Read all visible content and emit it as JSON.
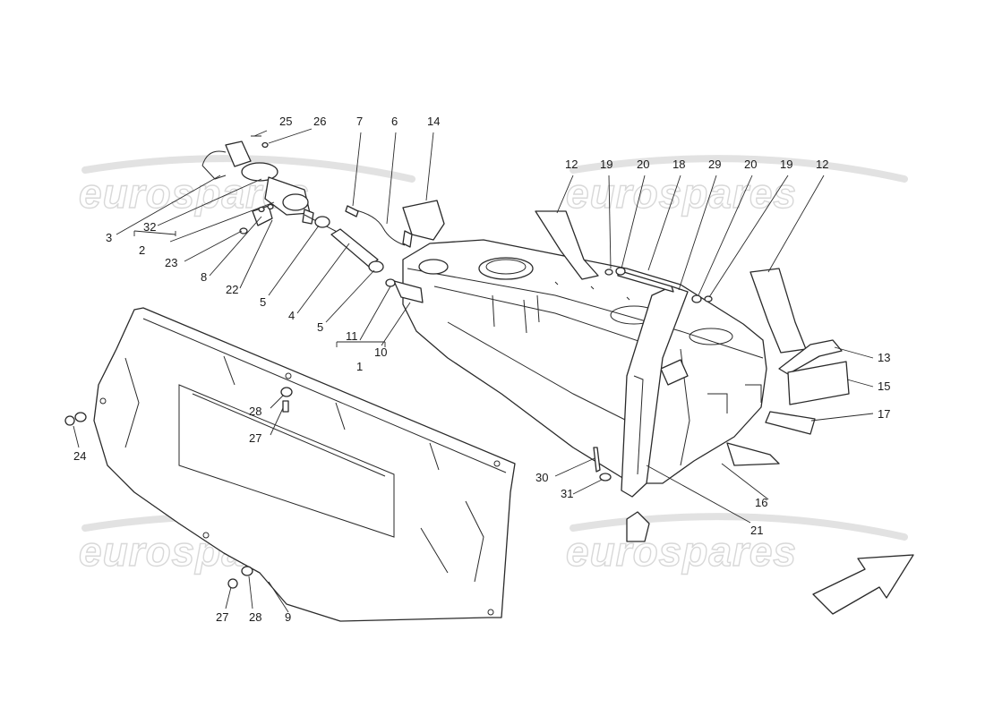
{
  "watermark": {
    "text": "eurospares"
  },
  "callouts": {
    "c25": "25",
    "c26": "26",
    "c7": "7",
    "c6": "6",
    "c14": "14",
    "c3": "3",
    "c32": "32",
    "c2": "2",
    "c23": "23",
    "c8": "8",
    "c22": "22",
    "c5a": "5",
    "c4": "4",
    "c5b": "5",
    "c11": "11",
    "c10": "10",
    "c1": "1",
    "c12a": "12",
    "c19a": "19",
    "c20a": "20",
    "c18": "18",
    "c29": "29",
    "c20b": "20",
    "c19b": "19",
    "c12b": "12",
    "c13": "13",
    "c15": "15",
    "c17": "17",
    "c16": "16",
    "c21": "21",
    "c30": "30",
    "c31": "31",
    "c28a": "28",
    "c27a": "27",
    "c24": "24",
    "c27b": "27",
    "c28b": "28",
    "c9": "9"
  },
  "icons": {
    "direction": "front-direction-arrow-icon"
  }
}
